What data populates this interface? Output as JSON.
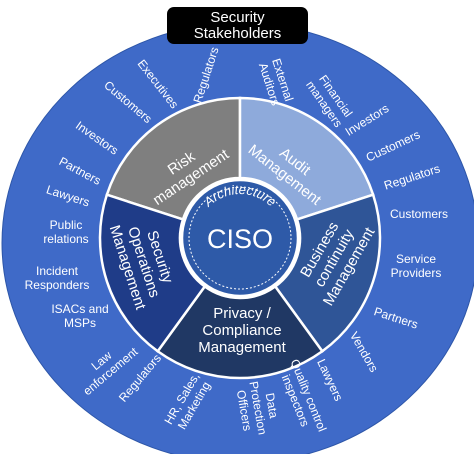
{
  "title": {
    "line1": "Security",
    "line2": "Stakeholders"
  },
  "center": {
    "label": "CISO",
    "arc_label": "Architecture"
  },
  "colors": {
    "outer_ring": "#3f6ac8",
    "risk": "#7f7f7f",
    "audit": "#8eaadb",
    "bc": "#2f5597",
    "privacy": "#203864",
    "secops": "#1f3c88",
    "center": "#2e5aa8",
    "text": "#ffffff",
    "title_box": "#000000"
  },
  "segments": [
    {
      "key": "risk",
      "lines": [
        "Risk",
        "management"
      ]
    },
    {
      "key": "audit",
      "lines": [
        "Audit",
        "Management"
      ]
    },
    {
      "key": "bc",
      "lines": [
        "Business",
        "continuity",
        "Management"
      ]
    },
    {
      "key": "privacy",
      "lines": [
        "Privacy /",
        "Compliance",
        "Management"
      ]
    },
    {
      "key": "secops",
      "lines": [
        "Security",
        "Operations",
        "Management"
      ]
    }
  ],
  "stakeholders": [
    {
      "name": "stakeholder-regulators-top",
      "lines": [
        "Regulators"
      ]
    },
    {
      "name": "stakeholder-external-auditors",
      "lines": [
        "External",
        "Auditors"
      ]
    },
    {
      "name": "stakeholder-financial-managers",
      "lines": [
        "Financial",
        "managers"
      ]
    },
    {
      "name": "stakeholder-investors-right",
      "lines": [
        "Investors"
      ]
    },
    {
      "name": "stakeholder-customers-right-1",
      "lines": [
        "Customers"
      ]
    },
    {
      "name": "stakeholder-regulators-right",
      "lines": [
        "Regulators"
      ]
    },
    {
      "name": "stakeholder-customers-right-2",
      "lines": [
        "Customers"
      ]
    },
    {
      "name": "stakeholder-service-providers",
      "lines": [
        "Service",
        "Providers"
      ]
    },
    {
      "name": "stakeholder-partners-right",
      "lines": [
        "Partners"
      ]
    },
    {
      "name": "stakeholder-vendors",
      "lines": [
        "Vendors"
      ]
    },
    {
      "name": "stakeholder-lawyers-bottom",
      "lines": [
        "Lawyers"
      ]
    },
    {
      "name": "stakeholder-quality-control",
      "lines": [
        "Quality control",
        "inspectors"
      ]
    },
    {
      "name": "stakeholder-data-protection",
      "lines": [
        "Data",
        "Protection",
        "Officers"
      ]
    },
    {
      "name": "stakeholder-hr-sales",
      "lines": [
        "HR, Sales,",
        "Marketing"
      ]
    },
    {
      "name": "stakeholder-regulators-bottom",
      "lines": [
        "Regulators"
      ]
    },
    {
      "name": "stakeholder-law-enforcement",
      "lines": [
        "Law",
        "enforcement"
      ]
    },
    {
      "name": "stakeholder-isacs-msps",
      "lines": [
        "ISACs and",
        "MSPs"
      ]
    },
    {
      "name": "stakeholder-incident-responders",
      "lines": [
        "Incident",
        "Responders"
      ]
    },
    {
      "name": "stakeholder-public-relations",
      "lines": [
        "Public",
        "relations"
      ]
    },
    {
      "name": "stakeholder-lawyers-left",
      "lines": [
        "Lawyers"
      ]
    },
    {
      "name": "stakeholder-partners-left",
      "lines": [
        "Partners"
      ]
    },
    {
      "name": "stakeholder-investors-left",
      "lines": [
        "Investors"
      ]
    },
    {
      "name": "stakeholder-customers-left",
      "lines": [
        "Customers"
      ]
    },
    {
      "name": "stakeholder-executives",
      "lines": [
        "Executives"
      ]
    }
  ]
}
